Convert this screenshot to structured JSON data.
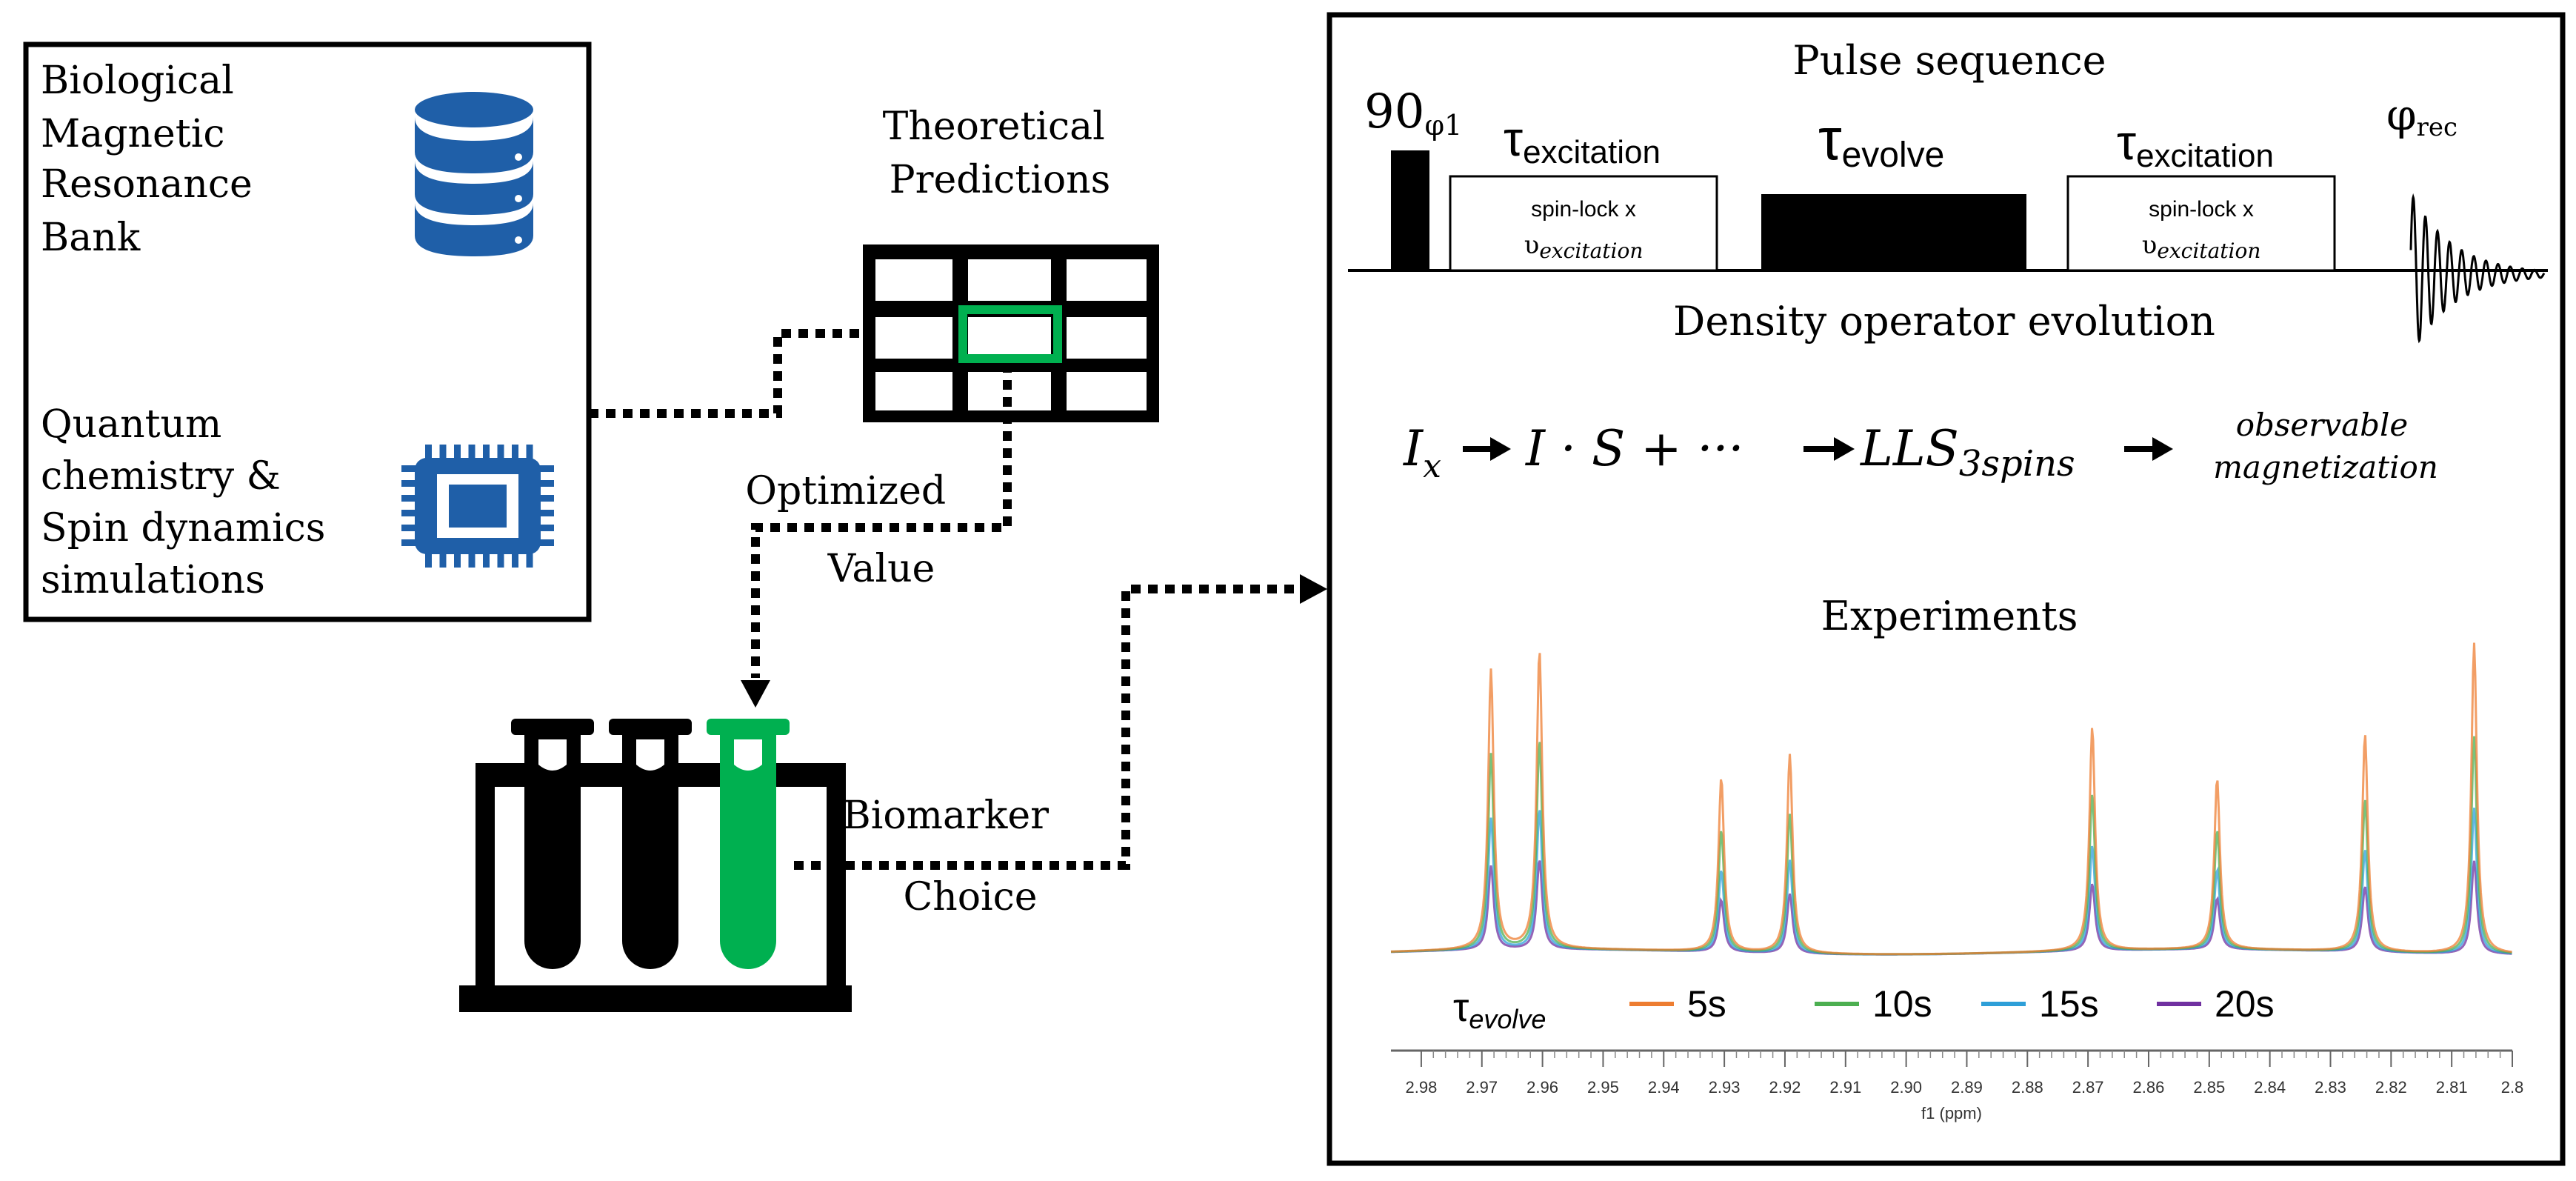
{
  "sources": {
    "bmrb_lines": [
      "Biological",
      "Magnetic",
      "Resonance",
      "Bank"
    ],
    "qc_lines": [
      "Quantum",
      "chemistry &",
      "Spin dynamics",
      "simulations"
    ],
    "database_icon": "database-icon",
    "chip_icon": "cpu-chip-icon",
    "icon_color": "#1f5fa8"
  },
  "predictions": {
    "title_lines": [
      "Theoretical",
      "Predictions"
    ],
    "optimized_lines": [
      "Optimized",
      "Value"
    ],
    "highlight_color": "#00b050"
  },
  "biomarker": {
    "label_lines": [
      "Biomarker",
      "Choice"
    ],
    "icon": "test-tube-rack-icon",
    "selected_tube_color": "#00b050"
  },
  "pulse": {
    "title": "Pulse sequence",
    "pulse90_main": "90",
    "pulse90_sub": "φ1",
    "tau_symbol": "τ",
    "excitation_sub": "excitation",
    "evolve_sub": "evolve",
    "spinlock_line": "spin-lock x",
    "nu_symbol": "υ",
    "phi_rec_main": "φ",
    "phi_rec_sub": "rec"
  },
  "density": {
    "title": "Density operator evolution",
    "term_ix_main": "I",
    "term_ix_sub": "x",
    "term_is": "I · S + ···",
    "term_lls_main": "LLS",
    "term_lls_sub": "3spins",
    "observable_line1": "observable",
    "observable_line2": "magnetization"
  },
  "experiments": {
    "title": "Experiments",
    "legend_tau": "τ",
    "legend_tau_sub": "evolve"
  },
  "chart_data": {
    "type": "line",
    "title": "Experiments",
    "xlabel": "f1 (ppm)",
    "xlim": [
      2.985,
      2.8
    ],
    "x_reversed": true,
    "x_ticks": [
      2.98,
      2.97,
      2.96,
      2.95,
      2.94,
      2.93,
      2.92,
      2.91,
      2.9,
      2.89,
      2.88,
      2.87,
      2.86,
      2.85,
      2.84,
      2.83,
      2.82,
      2.81,
      2.8
    ],
    "x_tick_labels": [
      "2.98",
      "2.97",
      "2.96",
      "2.95",
      "2.94",
      "2.93",
      "2.92",
      "2.91",
      "2.90",
      "2.89",
      "2.88",
      "2.87",
      "2.86",
      "2.85",
      "2.84",
      "2.83",
      "2.82",
      "2.81",
      "2.8"
    ],
    "peak_positions": [
      2.9685,
      2.9605,
      2.9305,
      2.9192,
      2.8693,
      2.8487,
      2.8243,
      2.8063
    ],
    "peak_rel_heights": [
      0.9,
      0.96,
      0.56,
      0.64,
      0.72,
      0.55,
      0.7,
      1.0
    ],
    "series": [
      {
        "name": "5s",
        "color": "#ed7d31",
        "scale": 1.0
      },
      {
        "name": "10s",
        "color": "#4caf50",
        "scale": 0.7
      },
      {
        "name": "15s",
        "color": "#2e9fd8",
        "scale": 0.47
      },
      {
        "name": "20s",
        "color": "#7030a0",
        "scale": 0.3
      }
    ]
  }
}
